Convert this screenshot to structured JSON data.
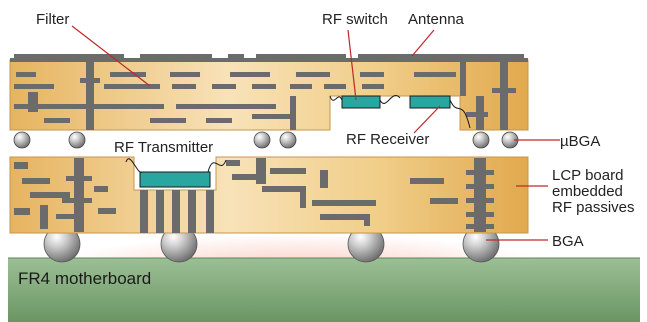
{
  "labels": {
    "filter": "Filter",
    "rf_switch": "RF switch",
    "antenna": "Antenna",
    "rf_receiver": "RF Receiver",
    "rf_transmitter": "RF Transmitter",
    "ubga": "µBGA",
    "lcp_line1": "LCP board",
    "lcp_line2": "embedded",
    "lcp_line3": "RF passives",
    "bga": "BGA",
    "motherboard": "FR4 motherboard"
  },
  "colors": {
    "board": "#e9bc6e",
    "board_highlight": "#f8e2b6",
    "metal": "#6b6b6b",
    "chip": "#2aa6a0",
    "motherboard": "#7fa77a",
    "leader": "#c0282a"
  }
}
